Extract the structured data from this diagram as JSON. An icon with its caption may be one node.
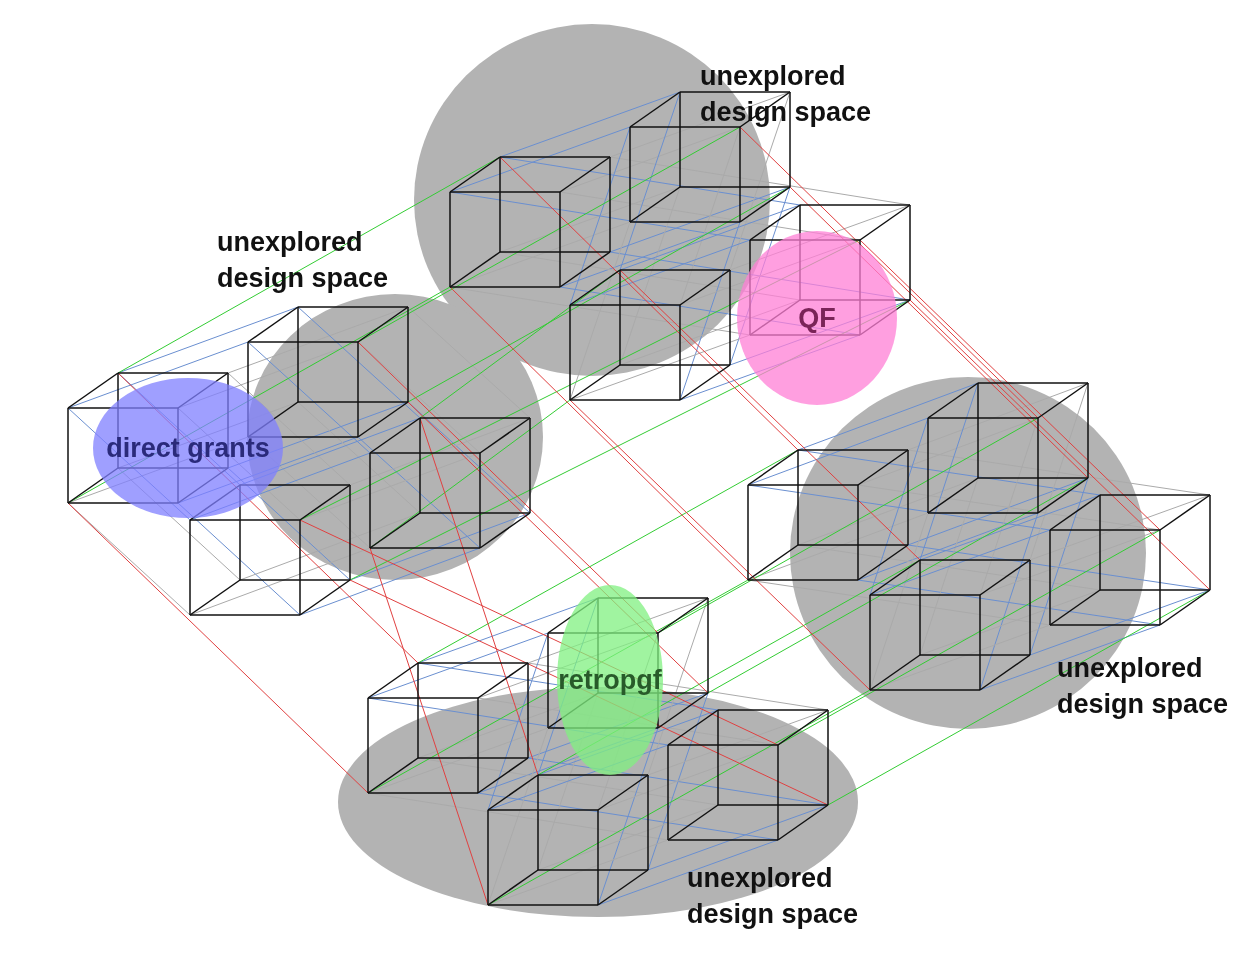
{
  "diagram": {
    "nodes": [
      {
        "text": [],
        "shape": "circle"
      },
      {
        "text": [
          "QF"
        ]
      },
      {
        "text": [],
        "shape": "circle"
      },
      {
        "text": [
          "direct grants"
        ]
      },
      {
        "text": [],
        "shape": "circle"
      },
      {
        "text": [
          "retropgf"
        ]
      },
      {
        "text": [],
        "shape": "circle"
      }
    ],
    "edges": [],
    "labels": [
      "unexplored design space",
      "unexplored design space",
      "unexplored design space",
      "unexplored design space"
    ]
  }
}
